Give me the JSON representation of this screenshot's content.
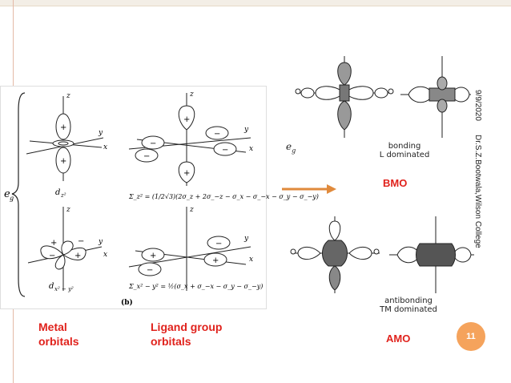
{
  "slide": {
    "labels": {
      "metal_orbitals": "Metal\norbitals",
      "ligand_orbitals": "Ligand group\norbitals",
      "bmo": "BMO",
      "amo": "AMO",
      "bonding_note": "bonding\nL dominated",
      "antibonding_note": "antibonding\nTM dominated",
      "eg_small": "e",
      "eg_sub": "g",
      "slide_number": "11"
    },
    "side_footer": {
      "date_fragment": "9/9/2020",
      "author": "Dr.S.Z.Bootwala,Wilson College"
    },
    "textbook_figure": {
      "eg_label": "e",
      "eg_sub": "g",
      "axes": {
        "x": "x",
        "y": "y",
        "z": "z"
      },
      "dz2_label": "d",
      "dz2_sub": "z²",
      "dx2y2_label": "d",
      "dx2y2_sub": "x² − y²",
      "sigma_z2": "Σ_z² = (1/2√3)(2σ_z + 2σ_−z − σ_x − σ_−x − σ_y − σ_−y)",
      "sigma_x2y2": "Σ_x² − y² = ½(σ_x + σ_−x − σ_y − σ_−y)",
      "panel_tag": "(b)",
      "plus": "+",
      "minus": "−"
    }
  }
}
